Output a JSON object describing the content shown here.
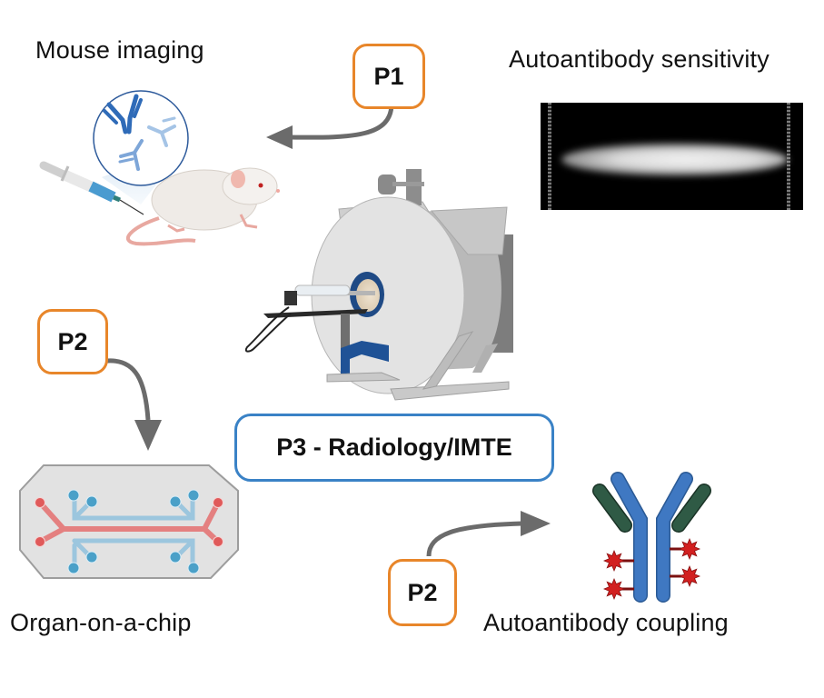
{
  "labels": {
    "mouse_imaging": "Mouse imaging",
    "autoantibody_sensitivity": "Autoantibody sensitivity",
    "organ_on_a_chip": "Organ-on-a-chip",
    "autoantibody_coupling": "Autoantibody coupling"
  },
  "tags": {
    "p1": "P1",
    "p2_left": "P2",
    "p2_bottom": "P2",
    "p3": "P3 - Radiology/IMTE"
  },
  "icons": {
    "mouse": "mouse-injection-illustration",
    "mri": "mri-scanner-illustration",
    "chip": "organ-on-chip-illustration",
    "antibody": "antibody-coupling-illustration",
    "sensitivity": "sensitivity-image"
  },
  "colors": {
    "project_tag_border": "#e8862a",
    "p3_border": "#3a82c6",
    "arrow": "#6b6b6b",
    "antibody_blue": "#3f78c2",
    "antibody_green": "#2f5a45",
    "conjugate_red": "#d22020",
    "chip_red": "#e06a6a",
    "chip_blue": "#4aa0c8"
  }
}
